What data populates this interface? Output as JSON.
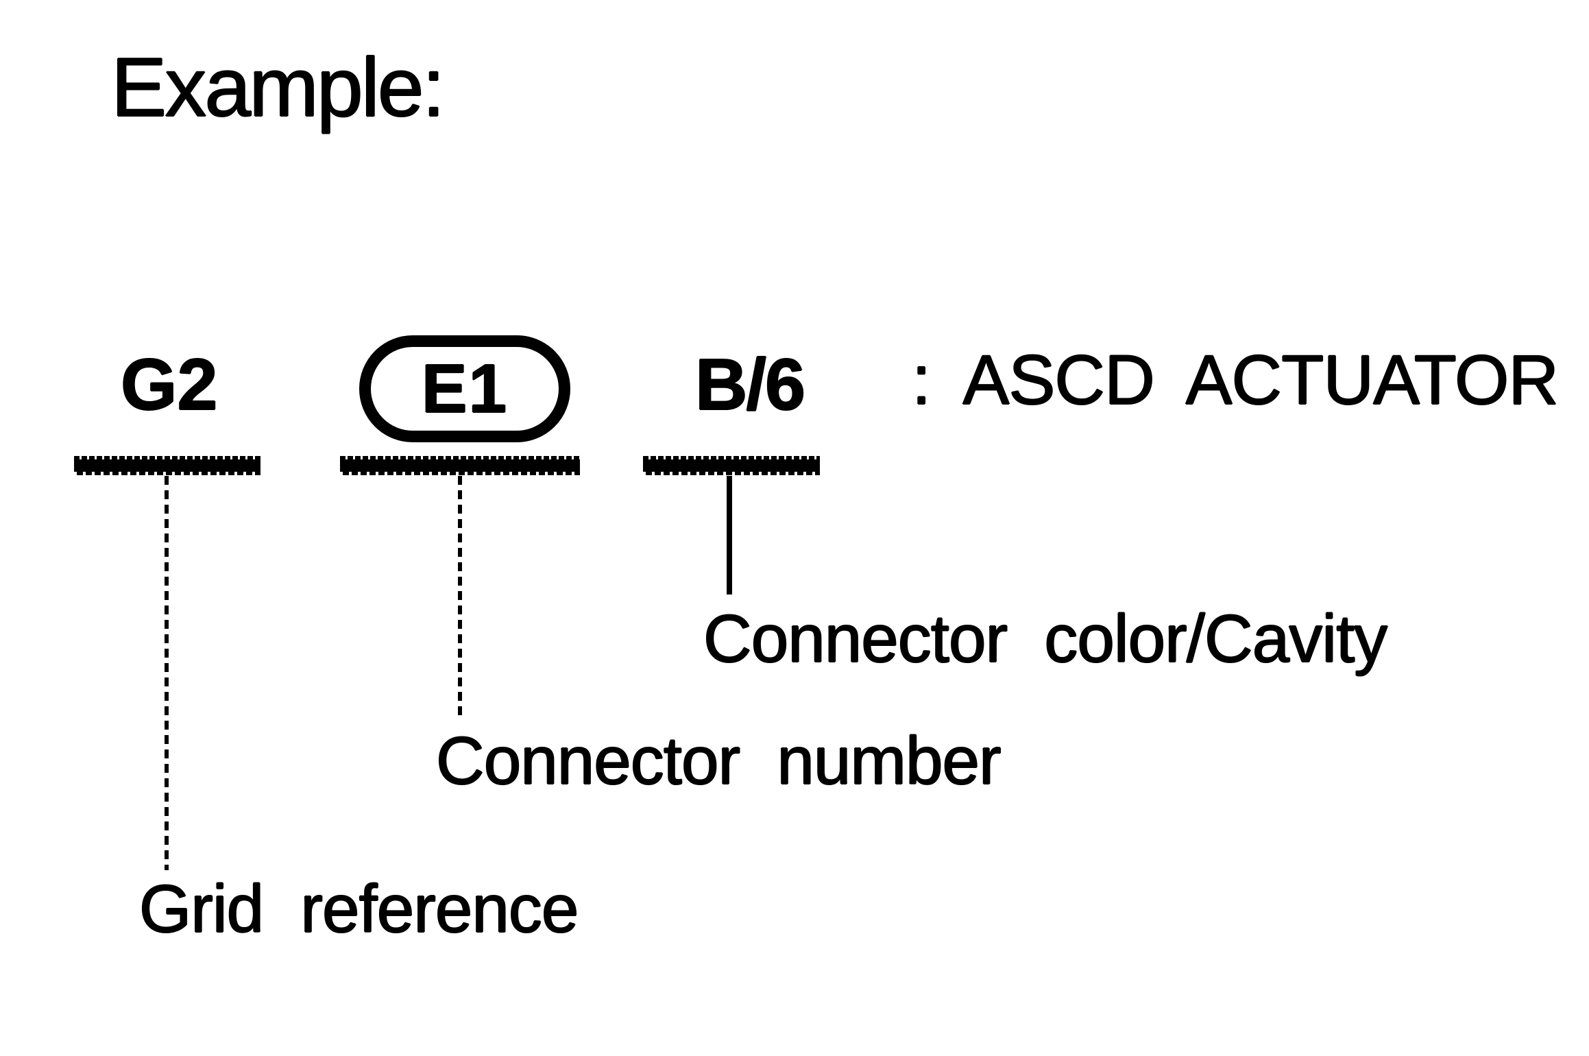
{
  "page": {
    "title": "Example:"
  },
  "legend": {
    "grid_reference": {
      "code": "G2",
      "label": "Grid reference"
    },
    "connector_number": {
      "code": "E1",
      "label": "Connector number"
    },
    "connector_color_cavity": {
      "code": "B/6",
      "label": "Connector color/Cavity"
    },
    "separator": ":",
    "device_name": "ASCD ACTUATOR"
  },
  "colors": {
    "ink": "#000000",
    "paper": "#ffffff"
  }
}
